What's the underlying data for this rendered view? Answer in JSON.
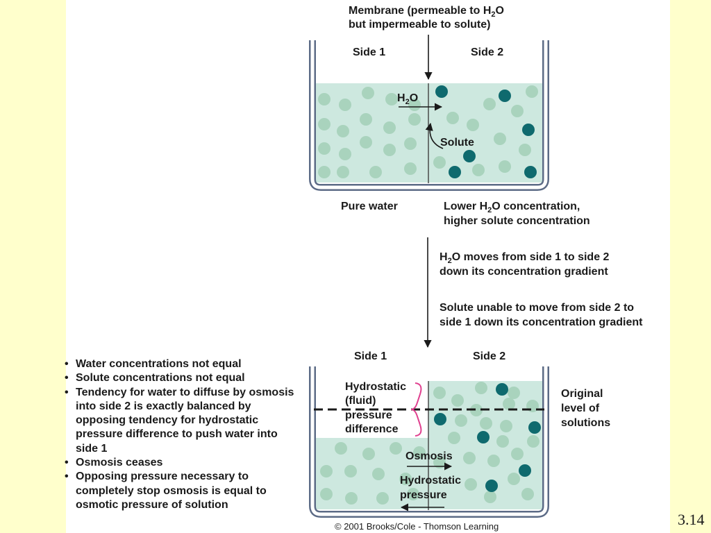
{
  "membrane_label": {
    "line1_pre": "Membrane (permeable to H",
    "line1_sub": "2",
    "line1_post": "O",
    "line2": "but impermeable to solute)"
  },
  "top_beaker": {
    "side1": "Side 1",
    "side2": "Side 2",
    "h2o_main": "H",
    "h2o_sub": "2",
    "h2o_end": "O",
    "solute": "Solute",
    "caption_left": "Pure water",
    "caption_right_line1_pre": "Lower H",
    "caption_right_line1_sub": "2",
    "caption_right_line1_post": "O concentration,",
    "caption_right_line2": "higher solute concentration"
  },
  "middle_text": {
    "line1_pre": "H",
    "line1_sub": "2",
    "line1_post": "O moves from side 1 to side 2",
    "line2": "down its concentration gradient",
    "line3": "Solute unable to move from side 2 to",
    "line4": "side 1 down its concentration gradient"
  },
  "bottom_beaker": {
    "side1": "Side 1",
    "side2": "Side 2",
    "pressure_label": [
      "Hydrostatic",
      "(fluid)",
      "pressure",
      "difference"
    ],
    "original_level": [
      "Original",
      "level of",
      "solutions"
    ],
    "osmosis": "Osmosis",
    "hydrostatic": [
      "Hydrostatic",
      "pressure"
    ]
  },
  "bullets": [
    "Water concentrations not equal",
    "Solute concentrations not equal",
    "Tendency for water to diffuse by osmosis into side 2 is exactly balanced by opposing tendency for hydrostatic pressure difference to push water into side 1",
    "Osmosis ceases",
    "Opposing pressure necessary to completely stop osmosis is equal to osmotic pressure of solution"
  ],
  "copyright": "© 2001 Brooks/Cole - Thomson Learning",
  "slide_number": "3.14",
  "colors": {
    "background": "#ffffcc",
    "water": "#cde8df",
    "water_molecule": "#a9d3bd",
    "solute_molecule": "#0f6a6e",
    "beaker_outline": "#5c6b86",
    "pressure_brace": "#e0408f"
  },
  "icons": [
    "arrow-down-icon",
    "arrow-right-icon",
    "arrow-left-icon",
    "curved-arrow-icon"
  ]
}
